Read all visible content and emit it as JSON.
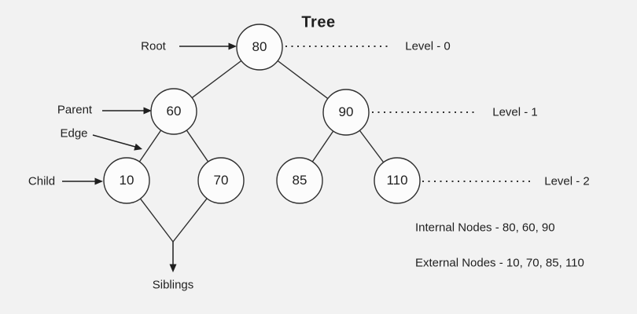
{
  "title": "Tree",
  "annotations": {
    "root": "Root",
    "parent": "Parent",
    "edge": "Edge",
    "child": "Child",
    "siblings": "Siblings"
  },
  "levels": [
    {
      "label": "Level - 0"
    },
    {
      "label": "Level - 1"
    },
    {
      "label": "Level - 2"
    }
  ],
  "tree": {
    "nodes": [
      {
        "value": "80",
        "level": 0,
        "role": "root"
      },
      {
        "value": "60",
        "level": 1,
        "role": "internal"
      },
      {
        "value": "90",
        "level": 1,
        "role": "internal"
      },
      {
        "value": "10",
        "level": 2,
        "role": "external"
      },
      {
        "value": "70",
        "level": 2,
        "role": "external"
      },
      {
        "value": "85",
        "level": 2,
        "role": "external"
      },
      {
        "value": "110",
        "level": 2,
        "role": "external"
      }
    ],
    "edges": [
      "80-60",
      "80-90",
      "60-10",
      "60-70",
      "90-85",
      "90-110"
    ]
  },
  "notes": {
    "internal_nodes": "Internal Nodes - 80, 60, 90",
    "external_nodes": "External Nodes - 10, 70, 85, 110"
  },
  "colors": {
    "background": "#f2f2f2",
    "node_fill": "#fcfcfc",
    "stroke": "#2e2e2e",
    "text": "#1f1f1f"
  }
}
